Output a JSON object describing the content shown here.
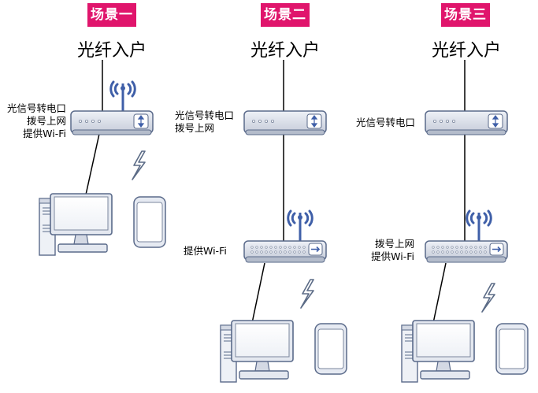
{
  "scenes": [
    {
      "tag": "场景一",
      "fiber": "光纤入户",
      "modem_lines": [
        "光信号转电口",
        "拨号上网",
        "提供Wi-Fi"
      ],
      "router_lines": []
    },
    {
      "tag": "场景二",
      "fiber": "光纤入户",
      "modem_lines": [
        "光信号转电口",
        "拨号上网"
      ],
      "router_lines": [
        "提供Wi-Fi"
      ]
    },
    {
      "tag": "场景三",
      "fiber": "光纤入户",
      "modem_lines": [
        "光信号转电口"
      ],
      "router_lines": [
        "拨号上网",
        "提供Wi-Fi"
      ]
    }
  ],
  "colors": {
    "tag_bg": "#e0156c",
    "device_body": "#d4d9e4",
    "device_outline": "#5a6a8a",
    "wifi_blue": "#3f5fa8"
  },
  "icons": [
    "wifi-antenna-icon",
    "lightning-icon",
    "desktop-computer-icon",
    "smartphone-icon",
    "modem-icon",
    "router-icon"
  ]
}
